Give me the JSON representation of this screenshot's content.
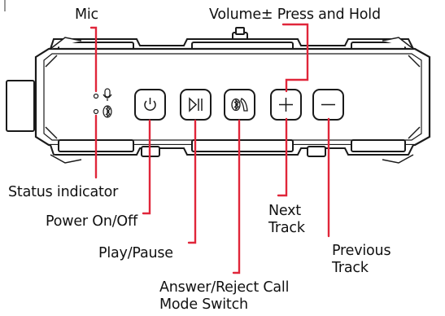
{
  "labels": {
    "mic": "Mic",
    "volume": "Volume± Press and Hold",
    "status": "Status indicator",
    "power": "Power On/Off",
    "play": "Play/Pause",
    "answer": "Answer/Reject Call\nMode Switch",
    "next": "Next\nTrack",
    "previous": "Previous\nTrack"
  },
  "icons": [
    "microphone-icon",
    "bluetooth-icon",
    "power-icon",
    "play-pause-icon",
    "phone-bluetooth-icon",
    "plus-icon",
    "minus-icon"
  ],
  "colors": {
    "leader_line": "#e0263a",
    "body_outline": "#1a1a1a",
    "body_fill": "#ffffff"
  }
}
